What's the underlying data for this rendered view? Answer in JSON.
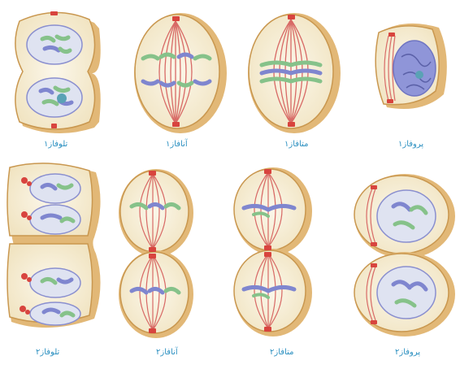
{
  "labels": {
    "telophase1": "تلوفاز۱",
    "anaphase1": "آنافاز۱",
    "metaphase1": "متافاز۱",
    "prophase1": "پروفاز۱",
    "telophase2": "تلوفاز۲",
    "anaphase2": "آنافاز۲",
    "metaphase2": "متافاز۲",
    "prophase2": "پروفاز۲"
  },
  "colors": {
    "cell_fill": "#f6efd9",
    "cell_wall": "#e2b877",
    "cell_wall_dark": "#c9974f",
    "nucleus_fill": "#dfe3f1",
    "nucleus_edge": "#8a8fcf",
    "spindle": "#d86a66",
    "centriole": "#d8443e",
    "chrom_green": "#86c28a",
    "chrom_blue": "#7f86cf",
    "label": "#2a8fc0"
  }
}
